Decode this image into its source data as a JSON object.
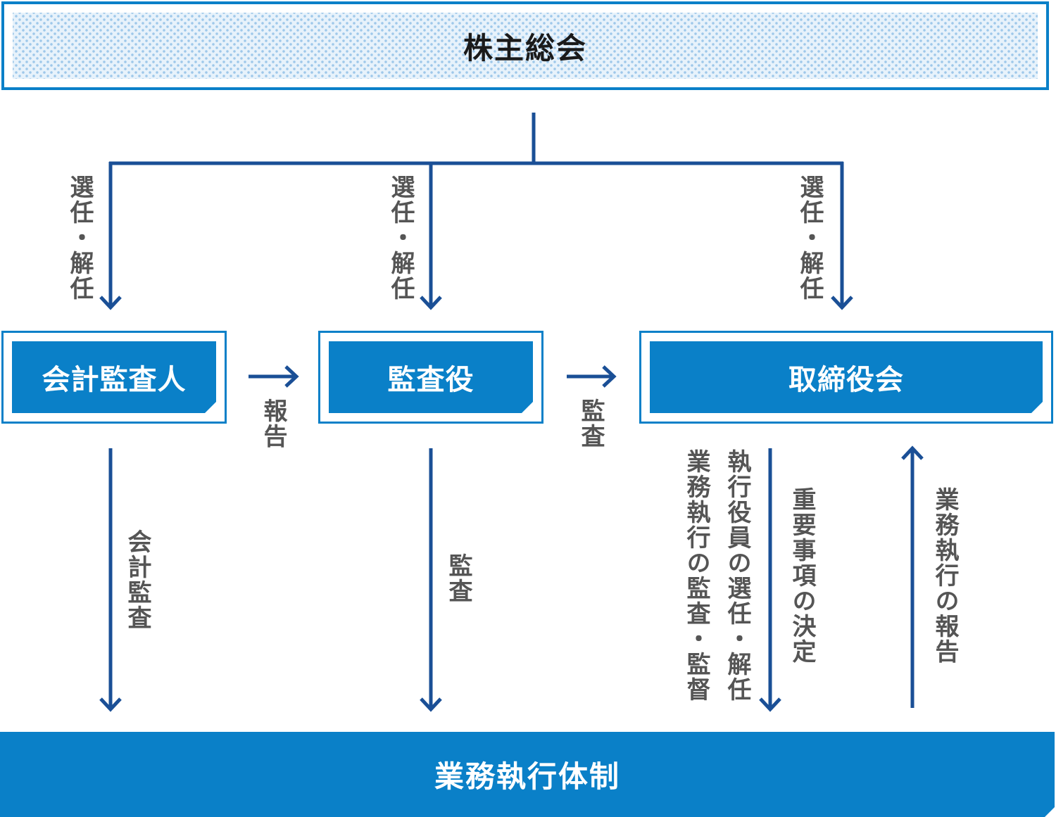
{
  "shareholders_meeting": "株主総会",
  "organs": {
    "accounting_auditor": "会計監査人",
    "audit_board": "監査役",
    "board_of_directors": "取締役会"
  },
  "business_execution": "業務執行体制",
  "labels": {
    "appoint_dismiss": "選任・解任",
    "report": "報告",
    "audit": "監査",
    "accounting_audit": "会計監査",
    "important_decisions": "重要事項の決定",
    "officer_appointment": "執行役員の選任・解任",
    "execution_supervision": "業務執行の監査・監督",
    "execution_report": "業務執行の報告"
  },
  "colors": {
    "primary": "#0a80c8",
    "line": "#1a4f96",
    "label_text": "#555555",
    "title_text": "#1a1a1a"
  }
}
